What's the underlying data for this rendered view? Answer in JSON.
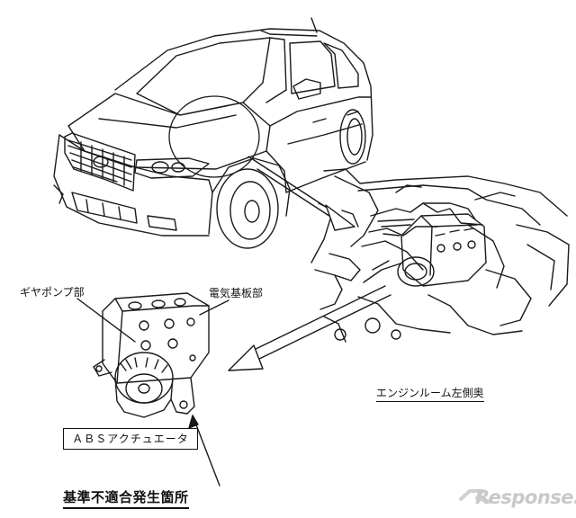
{
  "labels": {
    "gear_pump": "ギヤポンプ部",
    "electric_board": "電気基板部",
    "engine_room": "エンジンルーム左側奥",
    "abs_actuator": "ＡＢＳアクチュエータ",
    "nonconformity": "基準不適合発生箇所"
  },
  "watermark": {
    "text": "Response."
  }
}
